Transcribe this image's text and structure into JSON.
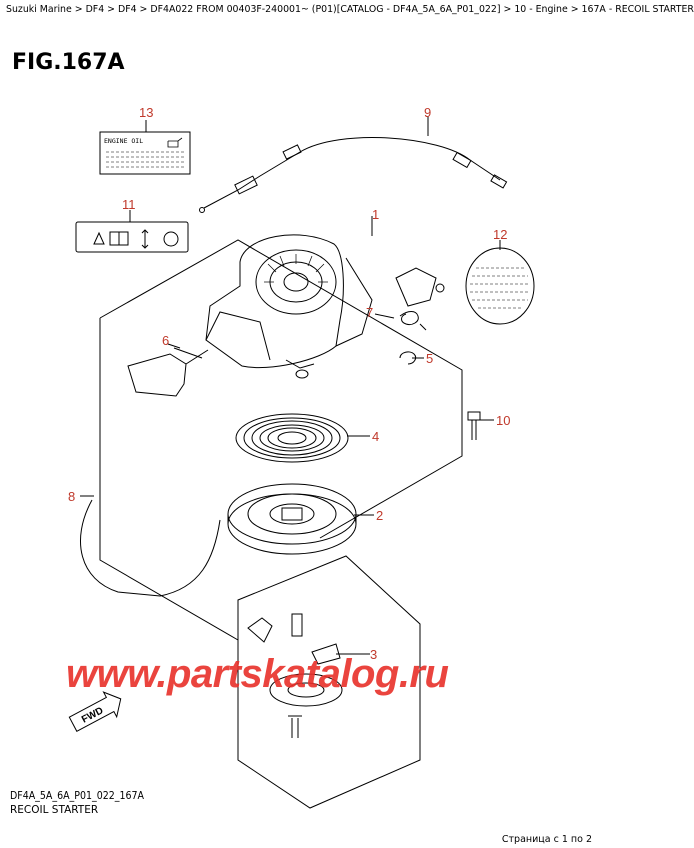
{
  "breadcrumb": "Suzuki Marine > DF4 > DF4 > DF4A022 FROM 00403F-240001~ (P01)[CATALOG - DF4A_5A_6A_P01_022] > 10 - Engine > 167A - RECOIL STARTER",
  "figure": {
    "title": "FIG.167A"
  },
  "callouts": {
    "c1": "1",
    "c2": "2",
    "c3": "3",
    "c4": "4",
    "c5": "5",
    "c6": "6",
    "c7": "7",
    "c8": "8",
    "c9": "9",
    "c10": "10",
    "c11": "11",
    "c12": "12",
    "c13": "13"
  },
  "engine_label_text": "ENGINE OIL",
  "watermark": "www.partskatalog.ru",
  "footer": {
    "diagram_code": "DF4A_5A_6A_P01_022_167A",
    "diagram_name": "RECOIL STARTER",
    "page_indicator": "Страница с 1 по 2"
  },
  "colors": {
    "callout": "#c0392b",
    "watermark": "#e8302a"
  },
  "icons": [
    "warning-icon",
    "manual-icon",
    "arrows-icon",
    "hand-icon",
    "fwd-arrow-icon"
  ]
}
